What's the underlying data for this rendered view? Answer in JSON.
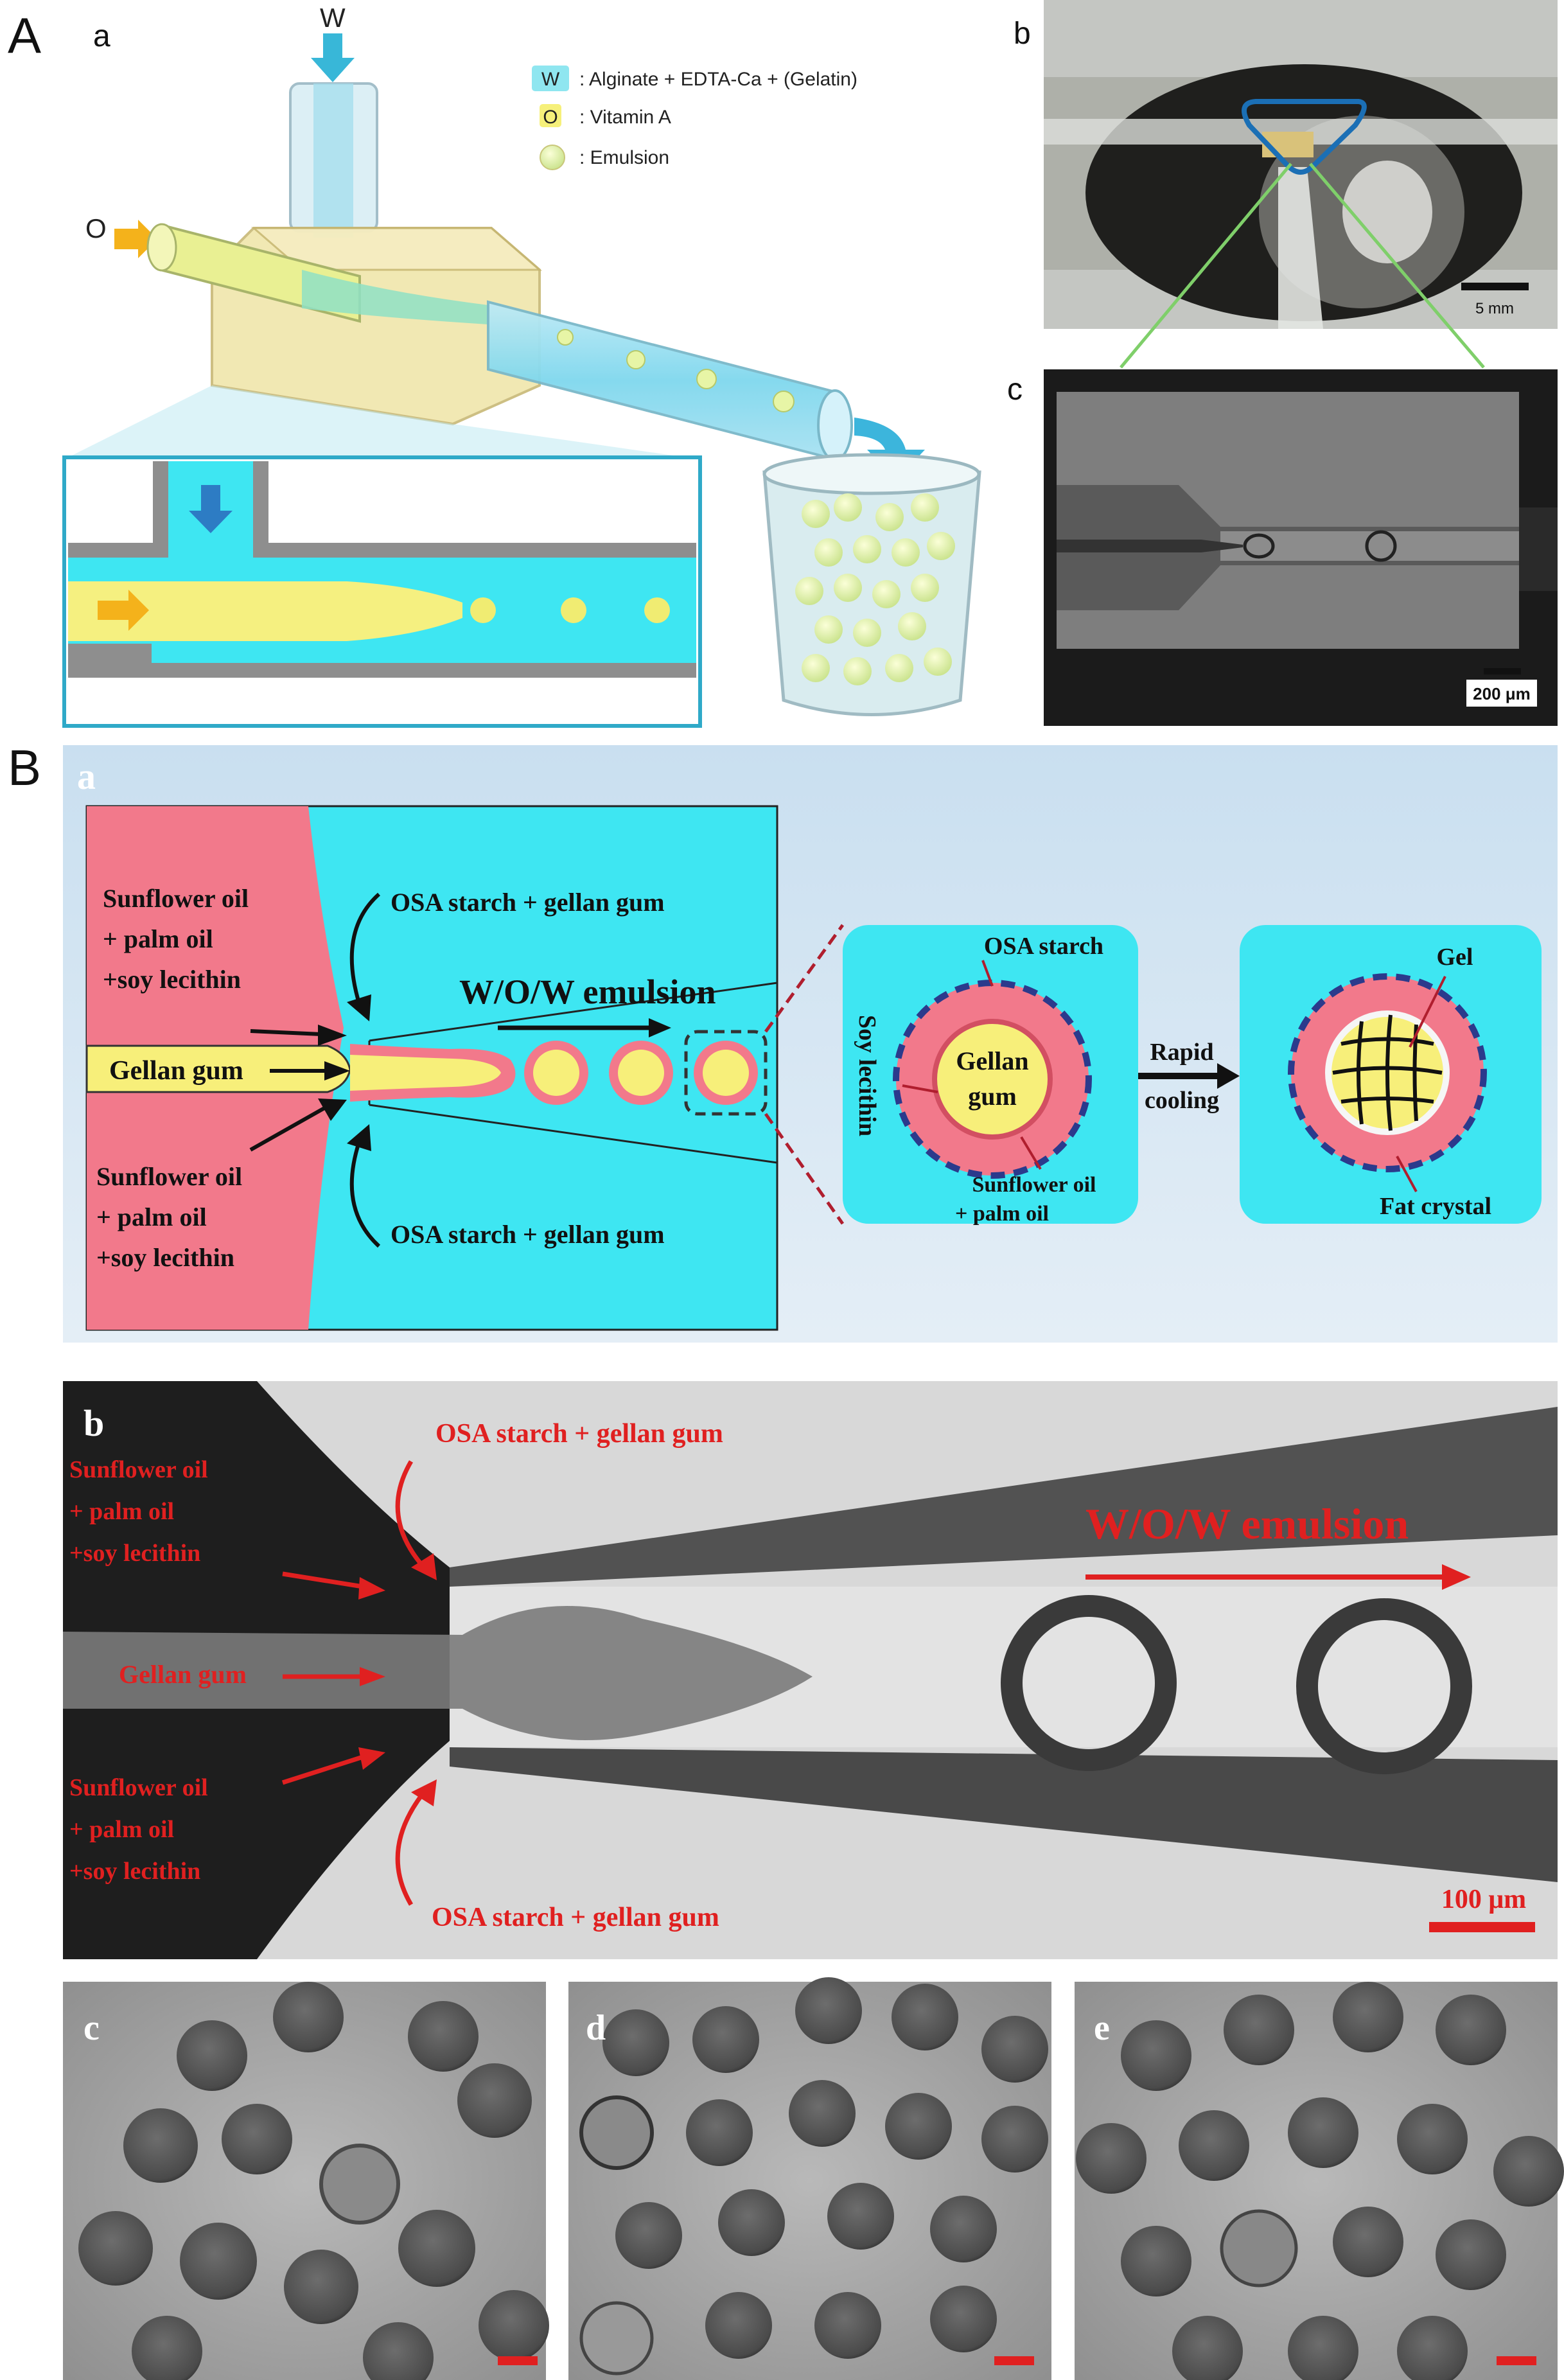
{
  "panel_A": {
    "letter": "A",
    "a": {
      "sub": "a",
      "w_label": "W",
      "o_label": "O",
      "legend": [
        {
          "key": "W",
          "text": ": Alginate + EDTA-Ca + (Gelatin)"
        },
        {
          "key": "O",
          "text": ": Vitamin A"
        },
        {
          "key": "",
          "text": ": Emulsion"
        }
      ]
    },
    "b": {
      "sub": "b",
      "scale": "5 mm"
    },
    "c": {
      "sub": "c",
      "scale": "200 μm"
    }
  },
  "panel_B": {
    "letter": "B",
    "a": {
      "sub": "a",
      "oil_top": [
        "Sunflower oil",
        "+ palm oil",
        "+soy lecithin"
      ],
      "inner": "Gellan gum",
      "oil_bottom": [
        "Sunflower oil",
        "+ palm oil",
        "+soy lecithin"
      ],
      "outer_top": "OSA starch + gellan gum",
      "outer_bottom": "OSA starch + gellan gum",
      "emulsion": "W/O/W emulsion",
      "zoom": {
        "osa": "OSA starch",
        "soy": "Soy lecithin",
        "core": [
          "Gellan",
          "gum"
        ],
        "oil": [
          "Sunflower oil",
          "+ palm oil"
        ]
      },
      "arrow_label": [
        "Rapid",
        "cooling"
      ],
      "gel": "Gel",
      "fat": "Fat crystal"
    },
    "b": {
      "sub": "b",
      "outer_top": "OSA starch + gellan gum",
      "outer_bottom": "OSA starch + gellan gum",
      "oil_top": [
        "Sunflower oil",
        "+ palm oil",
        "+soy lecithin"
      ],
      "inner": "Gellan gum",
      "oil_bottom": [
        "Sunflower oil",
        "+ palm oil",
        "+soy lecithin"
      ],
      "emulsion": "W/O/W emulsion",
      "scale": "100 μm"
    },
    "c": {
      "sub": "c"
    },
    "d": {
      "sub": "d"
    },
    "e": {
      "sub": "e"
    }
  },
  "colors": {
    "water": "#3ee6f2",
    "oil_pink": "#f2798b",
    "gellan_yellow": "#f7ef7a",
    "device_yellow": "#f0e6a0",
    "red_label": "#e02020",
    "bg_blue": "#d5e8f4"
  }
}
